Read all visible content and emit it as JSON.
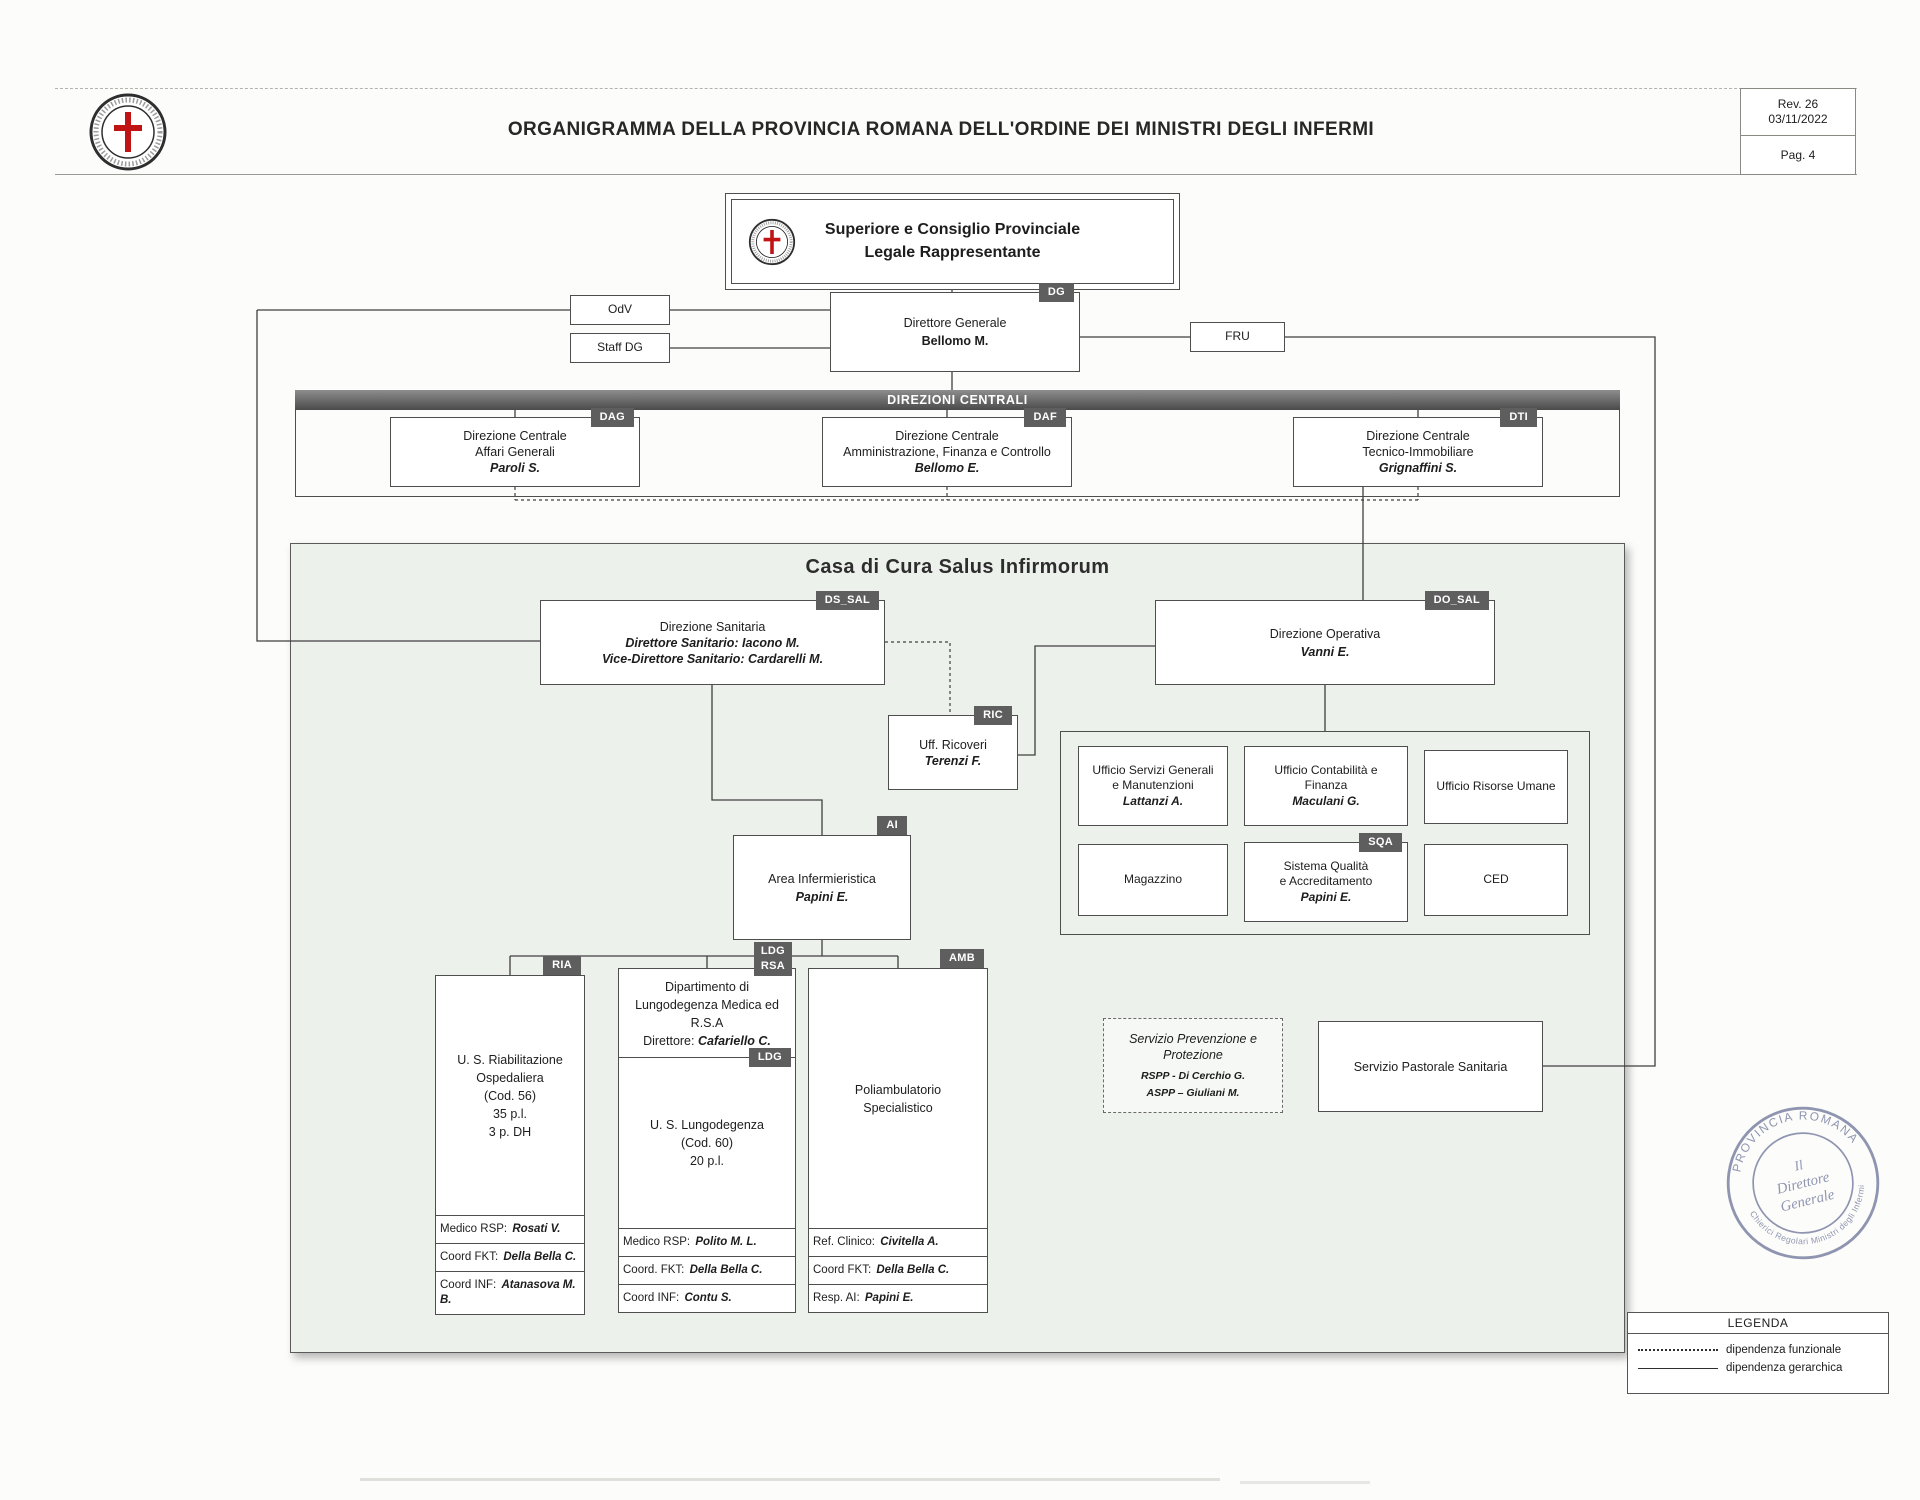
{
  "header": {
    "title": "ORGANIGRAMMA DELLA PROVINCIA ROMANA DELL'ORDINE DEI MINISTRI DEGLI INFERMI",
    "rev": "Rev. 26",
    "rev_date": "03/11/2022",
    "page": "Pag. 4"
  },
  "top": {
    "superiore_line1": "Superiore e Consiglio Provinciale",
    "superiore_line2": "Legale Rappresentante",
    "dg_tag": "DG",
    "dg_title": "Direttore Generale",
    "dg_name": "Bellomo M.",
    "odv": "OdV",
    "staff_dg": "Staff DG",
    "fru": "FRU"
  },
  "direzioni": {
    "band": "DIREZIONI CENTRALI",
    "dag_tag": "DAG",
    "dag_line1": "Direzione Centrale",
    "dag_line2": "Affari Generali",
    "dag_name": "Paroli S.",
    "daf_tag": "DAF",
    "daf_line1": "Direzione Centrale",
    "daf_line2": "Amministrazione, Finanza e Controllo",
    "daf_name": "Bellomo E.",
    "dti_tag": "DTI",
    "dti_line1": "Direzione Centrale",
    "dti_line2": "Tecnico-Immobiliare",
    "dti_name": "Grignaffini S."
  },
  "casa": {
    "title": "Casa di Cura Salus Infirmorum",
    "ds_sal_tag": "DS_SAL",
    "ds_sal_line1": "Direzione Sanitaria",
    "ds_sal_line2": "Direttore Sanitario: Iacono M.",
    "ds_sal_line3": "Vice-Direttore Sanitario: Cardarelli M.",
    "do_sal_tag": "DO_SAL",
    "do_sal_line1": "Direzione Operativa",
    "do_sal_name": "Vanni E.",
    "ric_tag": "RIC",
    "ric_line1": "Uff. Ricoveri",
    "ric_name": "Terenzi F.",
    "u_servizi_line1": "Ufficio Servizi Generali",
    "u_servizi_line2": "e Manutenzioni",
    "u_servizi_name": "Lattanzi A.",
    "u_contab_line1": "Ufficio Contabilità e",
    "u_contab_line2": "Finanza",
    "u_contab_name": "Maculani G.",
    "u_risorse": "Ufficio Risorse Umane",
    "magazzino": "Magazzino",
    "sqa_tag": "SQA",
    "sqa_line1": "Sistema Qualità",
    "sqa_line2": "e Accreditamento",
    "sqa_name": "Papini E.",
    "ced": "CED",
    "ai_tag": "AI",
    "ai_line1": "Area Infermieristica",
    "ai_name": "Papini E.",
    "ria": {
      "tag": "RIA",
      "t1": "U. S. Riabilitazione",
      "t2": "Ospedaliera",
      "t3": "(Cod. 56)",
      "t4": "35 p.l.",
      "t5": "3 p. DH",
      "row1_label": "Medico RSP:",
      "row1_value": "Rosati V.",
      "row2_label": "Coord FKT:",
      "row2_value": "Della Bella C.",
      "row3_label": "Coord INF:",
      "row3_value": "Atanasova M. B."
    },
    "ldg": {
      "tag_top": "LDG",
      "tag_bottom": "RSA",
      "t1": "Dipartimento di",
      "t2": "Lungodegenza Medica ed",
      "t3": "R.S.A",
      "dir_label": "Direttore:",
      "dir_value": "Cafariello C.",
      "inner_tag": "LDG",
      "i1": "U. S. Lungodegenza",
      "i2": "(Cod. 60)",
      "i3": "20 p.l.",
      "row1_label": "Medico RSP:",
      "row1_value": "Polito M. L.",
      "row2_label": "Coord. FKT:",
      "row2_value": "Della Bella C.",
      "row3_label": "Coord INF:",
      "row3_value": "Contu S."
    },
    "amb": {
      "tag": "AMB",
      "t1": "Poliambulatorio",
      "t2": "Specialistico",
      "row1_label": "Ref. Clinico:",
      "row1_value": "Civitella A.",
      "row2_label": "Coord FKT:",
      "row2_value": "Della Bella C.",
      "row3_label": "Resp. AI:",
      "row3_value": "Papini E."
    },
    "prev_line1": "Servizio Prevenzione e",
    "prev_line2": "Protezione",
    "prev_rspp": "RSPP - Di Cerchio G.",
    "prev_aspp": "ASPP – Giuliani M.",
    "pastorale": "Servizio Pastorale Sanitaria"
  },
  "stamp": {
    "ring_top": "PROVINCIA ROMANA",
    "ring_bottom": "Chierici Regolari Ministri degli Infermi",
    "center1": "Il",
    "center2": "Direttore",
    "center3": "Generale"
  },
  "legend": {
    "title": "LEGENDA",
    "functional": "dipendenza funzionale",
    "hierarchical": "dipendenza gerarchica"
  }
}
